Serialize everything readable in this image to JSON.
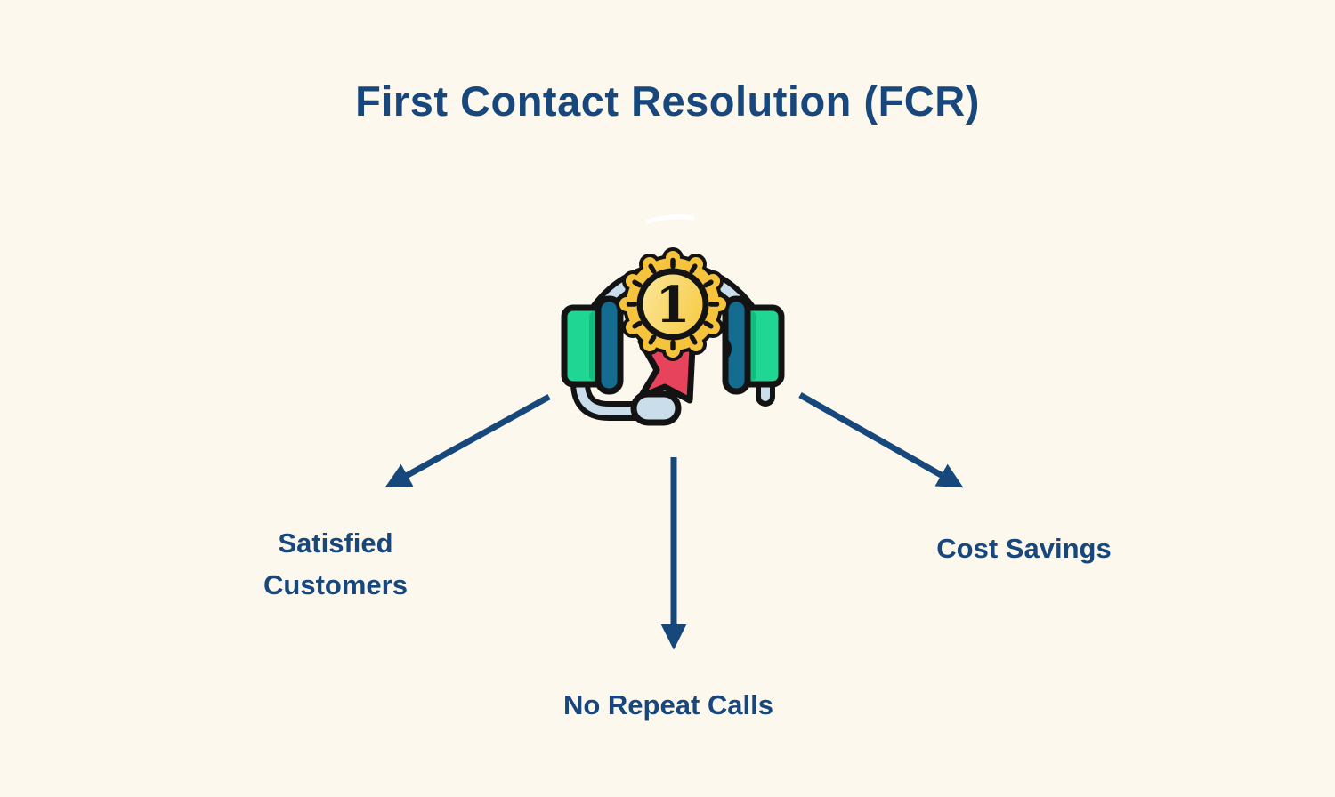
{
  "title": "First Contact Resolution (FCR)",
  "palette": {
    "background": "#FCF8ED",
    "text_navy": "#17477C",
    "arrow_navy": "#17487C",
    "headband_blue": "#C9DDEA",
    "earcup_green": "#1FD792",
    "earcup_green_dark": "#12BD80",
    "earcup_teal": "#146C91",
    "medal_gold": "#F6C33D",
    "medal_gold_light": "#FBE186",
    "ribbon_red": "#E8435C",
    "outline_black": "#131313"
  },
  "center_icon": {
    "name": "headset-with-first-place-medal",
    "medal_number": "1"
  },
  "benefits": [
    {
      "id": "satisfied-customers",
      "label": "Satisfied Customers"
    },
    {
      "id": "no-repeat-calls",
      "label": "No Repeat Calls"
    },
    {
      "id": "cost-savings",
      "label": "Cost Savings"
    }
  ]
}
